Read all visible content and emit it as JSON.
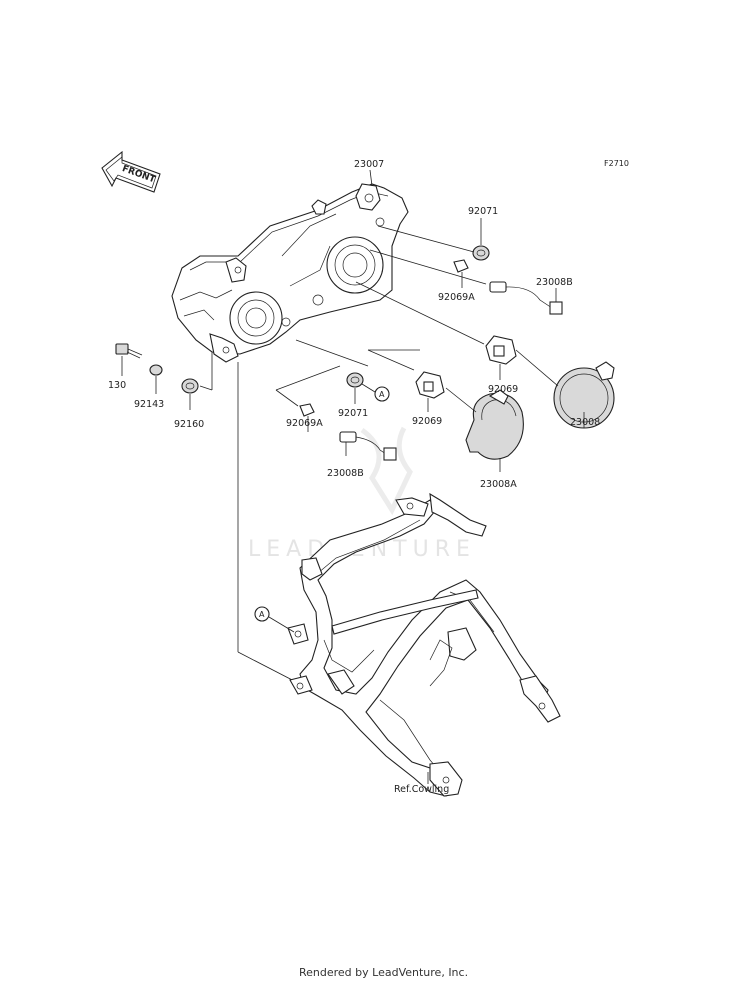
{
  "diagram_code": "F2710",
  "front_label": "FRONT",
  "watermark": "LEADVENTURE",
  "footer": "Rendered by LeadVenture, Inc.",
  "ref_label": "Ref.Cowling",
  "callout_a": "A",
  "parts": {
    "headlight_assy": "23007",
    "grommet_right": "92071",
    "bulb_w5w_right": "92069A",
    "socket_right": "23008B",
    "bulb_h7_right": "92069",
    "cap_right": "23008",
    "bolt": "130",
    "collar": "92143",
    "grommet_mount": "92160",
    "grommet_left": "92071",
    "bulb_h7_left": "92069",
    "bulb_w5w_left": "92069A",
    "socket_left": "23008B",
    "cap_left": "23008A"
  }
}
